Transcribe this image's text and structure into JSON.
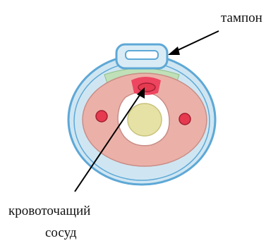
{
  "labels": {
    "tampon": "тампон",
    "vessel_line1": "кровоточащий",
    "vessel_line2": "сосуд"
  },
  "colors": {
    "outer_ring_fill": "#cfe6f2",
    "outer_ring_stroke": "#5ea8d6",
    "muscle": "#ebb1a9",
    "muscle_stroke": "#c98d86",
    "lumen": "#ffffff",
    "center": "#e6e2a6",
    "center_stroke": "#c8c27a",
    "vessel_red": "#e53a4f",
    "bleeding_red": "#ee3355",
    "green_layer": "#bfe0b8",
    "tampon_fill": "#d9ecf6",
    "tampon_stroke": "#5ea8d6",
    "arrow": "#000000"
  }
}
